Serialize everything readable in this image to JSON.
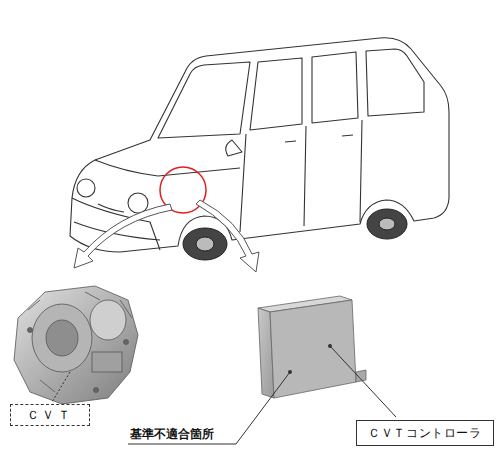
{
  "diagram": {
    "nodes": [
      {
        "text": [
          "ＣＶＴ"
        ]
      },
      {
        "text": [
          "ＣＶＴコントローラ"
        ]
      }
    ],
    "labels": [
      "基準不適合箇所"
    ]
  }
}
